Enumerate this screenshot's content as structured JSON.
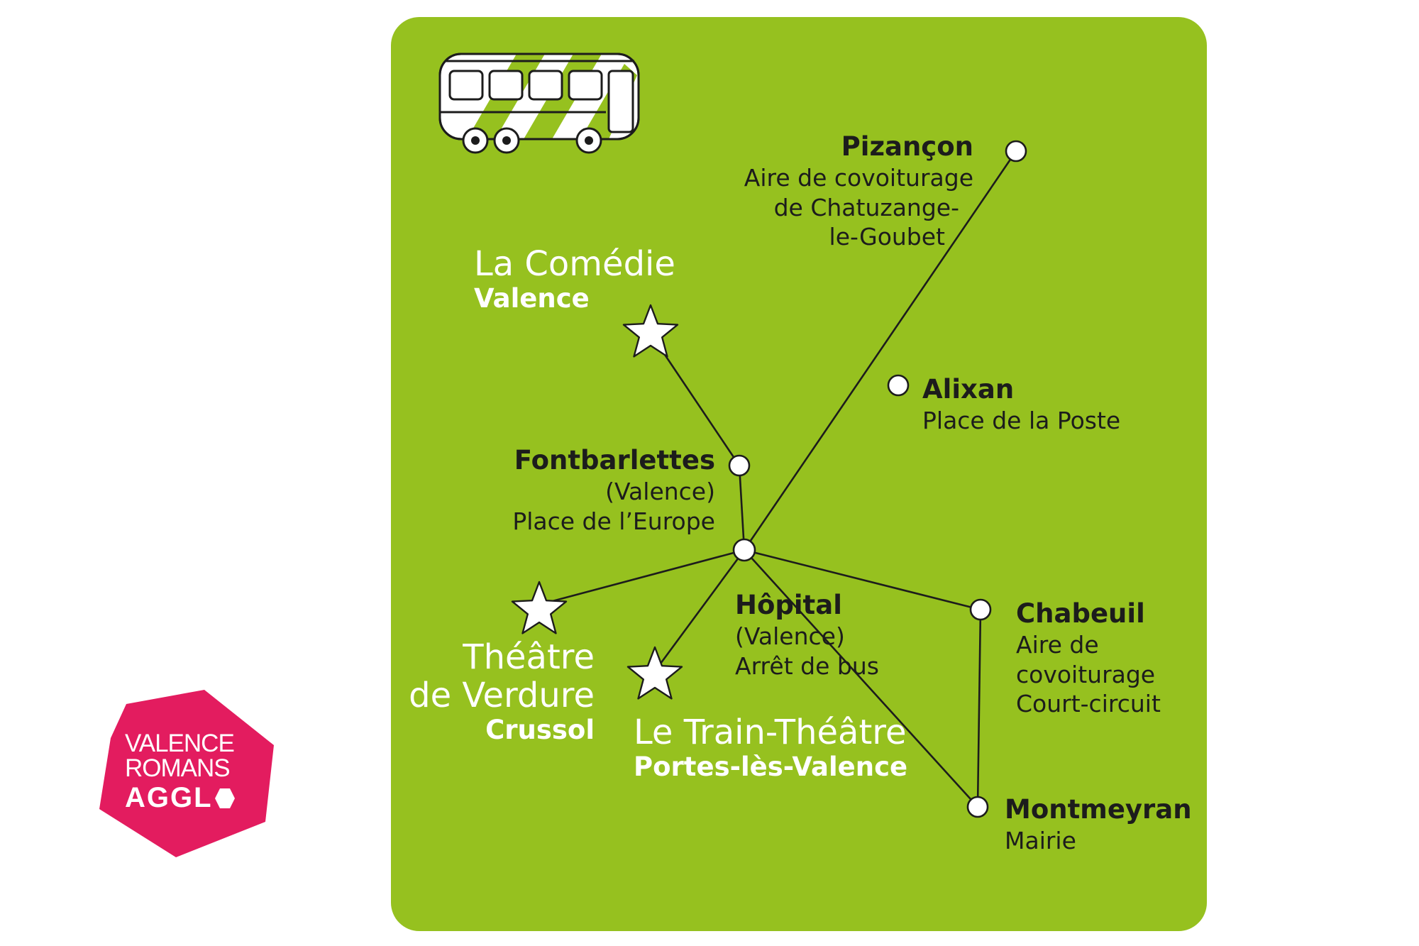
{
  "colors": {
    "card": "#96c11f",
    "line": "#1c1c1c",
    "node_fill": "#ffffff",
    "venue_text": "#ffffff",
    "logo": "#e31c5f"
  },
  "icons": {
    "bus": "bus-icon",
    "star": "star-icon",
    "stop": "circle-node-icon",
    "logo": "valence-romans-agglo-logo"
  },
  "stops": {
    "pizancon": {
      "name": "Pizançon",
      "lines": [
        "Aire de covoiturage",
        "de Chatuzange-",
        "le-Goubet"
      ]
    },
    "alixan": {
      "name": "Alixan",
      "lines": [
        "Place de la Poste"
      ]
    },
    "fontbarlettes": {
      "name": "Fontbarlettes",
      "lines": [
        "(Valence)",
        "Place de l’Europe"
      ]
    },
    "hopital": {
      "name": "Hôpital",
      "lines": [
        "(Valence)",
        "Arrêt de bus"
      ]
    },
    "chabeuil": {
      "name": "Chabeuil",
      "lines": [
        "Aire de",
        "covoiturage",
        "Court-circuit"
      ]
    },
    "montmeyran": {
      "name": "Montmeyran",
      "lines": [
        "Mairie"
      ]
    }
  },
  "venues": {
    "comedie": {
      "name": "La Comédie",
      "city": "Valence"
    },
    "verdure": {
      "name_line1": "Théâtre",
      "name_line2": "de Verdure",
      "city": "Crussol"
    },
    "train": {
      "name": "Le Train-Théâtre",
      "city": "Portes-lès-Valence"
    }
  },
  "logo": {
    "line1": "VALENCE",
    "line2": "ROMANS",
    "line3": "AGGL"
  }
}
